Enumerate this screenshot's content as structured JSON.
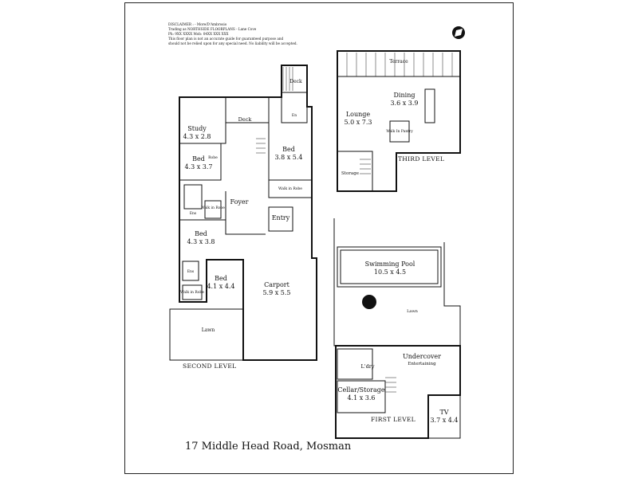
{
  "address": "17 Middle Head Road, Mosman",
  "disclaimer": [
    "DISCLAIMER : - More/D'Ambrosio",
    "Trading as NORTHSIDE FLOORPLANS - Lane Cove",
    "Ph: 9XX XXXX   Mob: 04XX XXX XXX",
    "This floor plan is not an accurate guide for guaranteed purpose and",
    "should not be relied upon for any special need. No liability will be accepted."
  ],
  "levels": {
    "second": "SECOND LEVEL",
    "third": "THIRD LEVEL",
    "first": "FIRST LEVEL"
  },
  "rooms": {
    "deck_top": "Deck",
    "deck": "Deck",
    "ens_top": "En",
    "study": {
      "name": "Study",
      "dims": "4.3 x 2.8"
    },
    "bed1": {
      "name": "Bed",
      "dims": "4.3 x 3.7"
    },
    "bed2": {
      "name": "Bed",
      "dims": "3.8 x 5.4"
    },
    "walkin1": "Walk in Robe",
    "robe1": "Robe",
    "foyer": "Foyer",
    "entry": "Entry",
    "ens_mid": "Ens",
    "walkin2": "Walk in Robe",
    "bed3": {
      "name": "Bed",
      "dims": "4.3 x 3.8"
    },
    "ens_low": "Ens",
    "bed4": {
      "name": "Bed",
      "dims": "4.1 x 4.4"
    },
    "walkin3": "Walk in Robe",
    "carport": {
      "name": "Carport",
      "dims": "5.9 x 5.5"
    },
    "lawn_second": "Lawn",
    "terrace": "Terrace",
    "dining": {
      "name": "Dining",
      "dims": "3.6 x 3.9"
    },
    "lounge": {
      "name": "Lounge",
      "dims": "5.0 x 7.3"
    },
    "walkin_pantry": "Walk In Pantry",
    "storage": "Storage",
    "pool": {
      "name": "Swimming Pool",
      "dims": "10.5 x 4.5"
    },
    "lawn_first": "Lawn",
    "undercover": {
      "name": "Undercover",
      "sub": "Entertaining"
    },
    "ldry": "L'dry",
    "cellar": {
      "name": "Cellar/Storage",
      "dims": "4.1 x 3.6"
    },
    "tv": {
      "name": "TV",
      "dims": "3.7 x 4.4"
    }
  },
  "compass_icon": "north-compass-icon",
  "colors": {
    "ink": "#111111",
    "paper": "#ffffff"
  }
}
